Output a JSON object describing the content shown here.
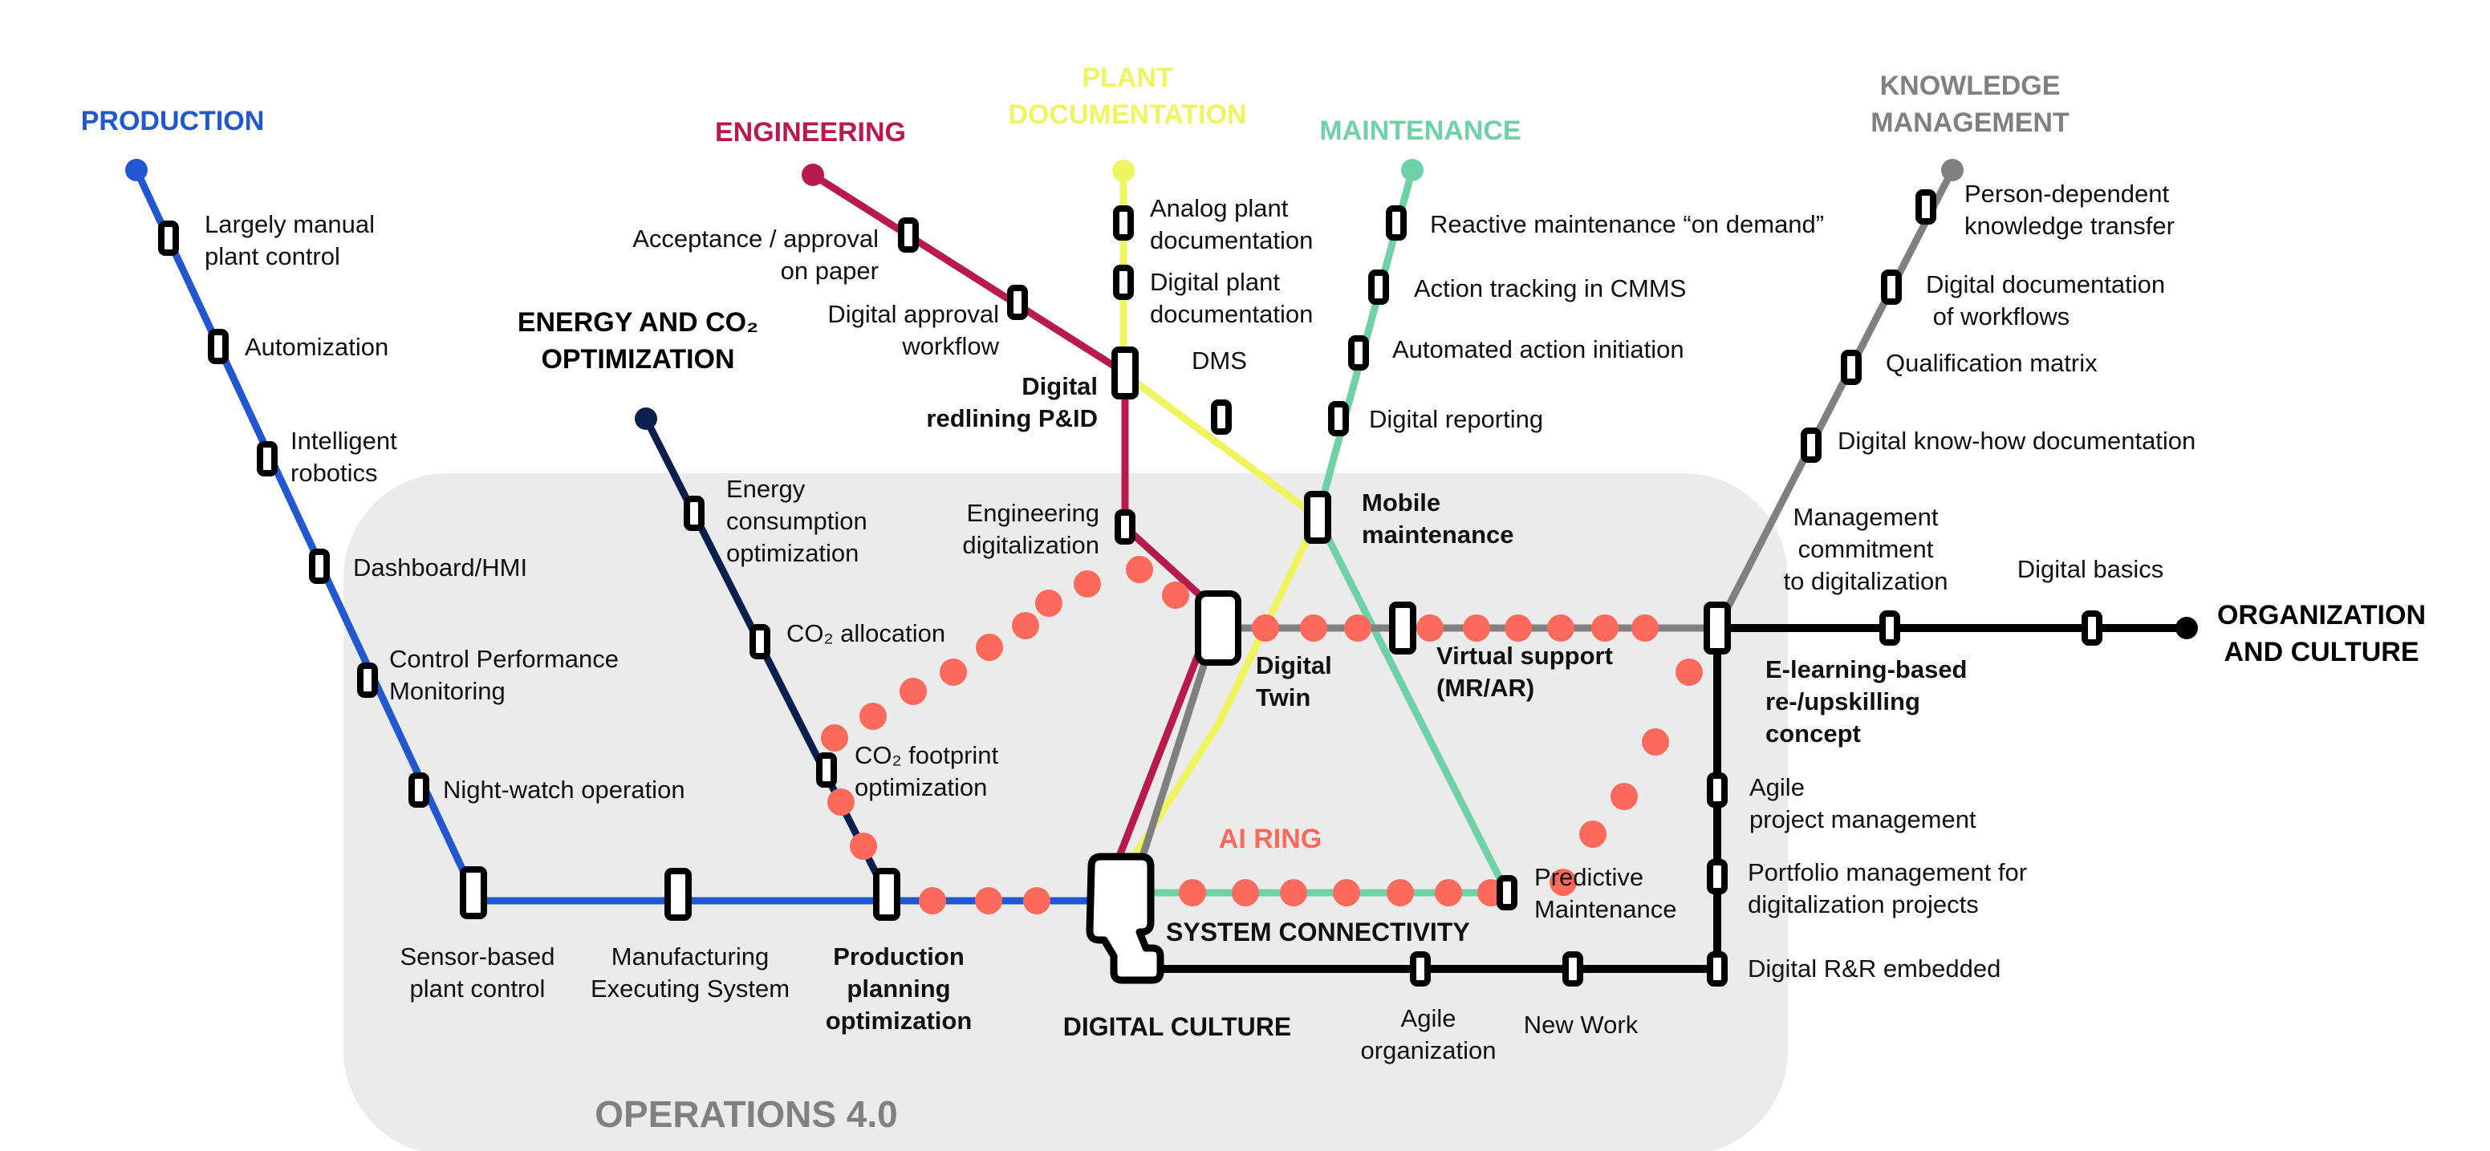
{
  "diagram": {
    "zone_label": "OPERATIONS 4.0",
    "ai_ring_label": "AI RING",
    "hubs": {
      "system_connectivity": "SYSTEM CONNECTIVITY",
      "digital_culture": "DIGITAL CULTURE"
    },
    "colors": {
      "production": "#2157d1",
      "engineering": "#b91a4e",
      "plant_documentation": "#eef55e",
      "maintenance": "#6fd2a6",
      "knowledge_management": "#808080",
      "energy": "#0b1f4f",
      "organization": "#000000",
      "ai_ring": "#fd6a5c",
      "zone_bg": "#ebebeb",
      "zone_label": "#808080"
    },
    "lines": [
      {
        "id": "production",
        "title": [
          "PRODUCTION"
        ],
        "stations": [
          "Largely manual plant control",
          "Automization",
          "Intelligent robotics",
          "Dashboard/HMI",
          "Control Performance Monitoring",
          "Night-watch operation",
          "Sensor-based plant control",
          "Manufacturing Executing System",
          "Production planning optimization"
        ]
      },
      {
        "id": "engineering",
        "title": [
          "ENGINEERING"
        ],
        "stations": [
          "Acceptance / approval on paper",
          "Digital approval workflow",
          "Digital redlining P&ID",
          "Engineering digitalization"
        ]
      },
      {
        "id": "plant_documentation",
        "title": [
          "PLANT",
          "DOCUMENTATION"
        ],
        "stations": [
          "Analog plant documentation",
          "Digital plant documentation",
          "DMS"
        ]
      },
      {
        "id": "maintenance",
        "title": [
          "MAINTENANCE"
        ],
        "stations": [
          "Reactive maintenance “on demand”",
          "Action tracking in CMMS",
          "Automated action initiation",
          "Digital reporting",
          "Mobile maintenance",
          "Predictive Maintenance"
        ]
      },
      {
        "id": "knowledge_management",
        "title": [
          "KNOWLEDGE",
          "MANAGEMENT"
        ],
        "stations": [
          "Person-dependent knowledge transfer",
          "Digital documentation of workflows",
          "Qualification matrix",
          "Digital know-how documentation",
          "Digital Twin",
          "Virtual support (MR/AR)"
        ]
      },
      {
        "id": "energy",
        "title": [
          "ENERGY AND  CO₂",
          "OPTIMIZATION"
        ],
        "stations": [
          "Energy consumption optimization",
          "CO₂ allocation",
          "CO₂ footprint optimization"
        ]
      },
      {
        "id": "organization",
        "title": [
          "ORGANIZATION",
          "AND CULTURE"
        ],
        "stations": [
          "Digital basics",
          "Management commitment to digitalization",
          "E-learning-based re-/upskilling concept",
          "Agile project management",
          "Portfolio management for digitalization projects",
          "Digital R&R embedded",
          "New Work",
          "Agile organization"
        ]
      }
    ],
    "labels": {
      "prod_1": [
        "Largely manual",
        "plant control"
      ],
      "prod_2": [
        "Automization"
      ],
      "prod_3": [
        "Intelligent",
        "robotics"
      ],
      "prod_4": [
        "Dashboard/HMI"
      ],
      "prod_5": [
        "Control Performance",
        "Monitoring"
      ],
      "prod_6": [
        "Night-watch operation"
      ],
      "prod_7": [
        "Sensor-based",
        "plant control"
      ],
      "prod_8": [
        "Manufacturing",
        "Executing System"
      ],
      "prod_9": [
        "Production",
        "planning",
        "optimization"
      ],
      "eng_1": [
        "Acceptance / approval",
        "on paper"
      ],
      "eng_2": [
        "Digital approval",
        "workflow"
      ],
      "eng_3": [
        "Digital",
        "redlining P&ID"
      ],
      "eng_4": [
        "Engineering",
        "digitalization"
      ],
      "doc_1": [
        "Analog plant",
        "documentation"
      ],
      "doc_2": [
        "Digital plant",
        "documentation"
      ],
      "doc_3": [
        "DMS"
      ],
      "mnt_1": [
        "Reactive maintenance “on demand”"
      ],
      "mnt_2": [
        "Action tracking in CMMS"
      ],
      "mnt_3": [
        "Automated action initiation"
      ],
      "mnt_4": [
        "Digital reporting"
      ],
      "mnt_5": [
        "Mobile",
        "maintenance"
      ],
      "mnt_6": [
        "Predictive",
        "Maintenance"
      ],
      "km_1": [
        "Person-dependent",
        "knowledge transfer"
      ],
      "km_2": [
        "Digital documentation",
        " of workflows"
      ],
      "km_3": [
        "Qualification matrix"
      ],
      "km_4": [
        "Digital know-how documentation"
      ],
      "km_5": [
        "Digital",
        "Twin"
      ],
      "km_6": [
        "Virtual support",
        "(MR/AR)"
      ],
      "en_1": [
        "Energy",
        "consumption",
        "optimization"
      ],
      "en_2": [
        "CO₂ allocation"
      ],
      "en_3": [
        "CO₂ footprint",
        "optimization"
      ],
      "org_1": [
        "Digital basics"
      ],
      "org_2": [
        "Management",
        "commitment",
        "to digitalization"
      ],
      "org_3": [
        "E-learning-based",
        "re-/upskilling",
        "concept"
      ],
      "org_4": [
        "Agile",
        "project management"
      ],
      "org_5": [
        "Portfolio management for",
        "digitalization projects"
      ],
      "org_6": [
        "Digital R&R embedded"
      ],
      "org_7": [
        "New Work"
      ],
      "org_8": [
        "Agile",
        "organization"
      ]
    }
  }
}
